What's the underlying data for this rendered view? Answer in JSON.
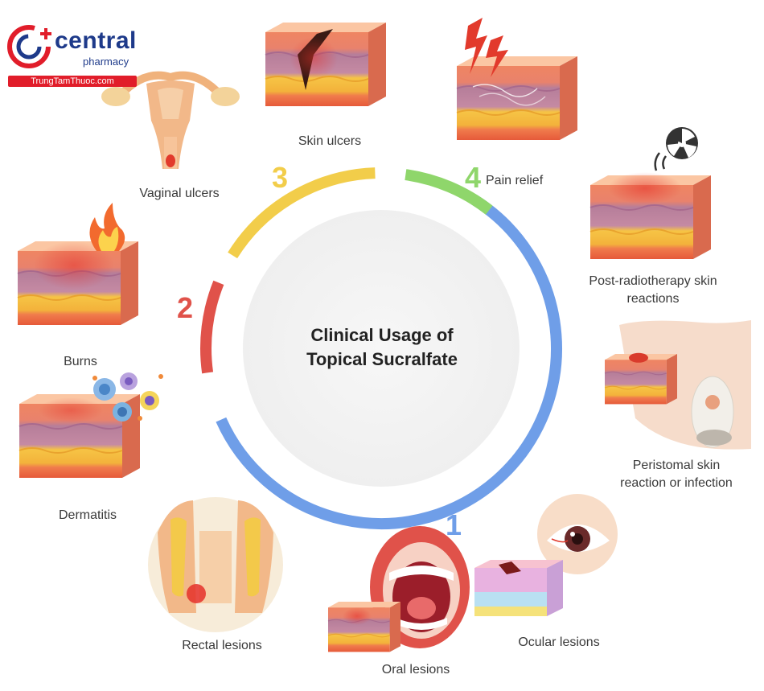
{
  "brand": {
    "name": "central",
    "subtitle": "pharmacy",
    "site": "TrungTamThuoc.com",
    "colors": {
      "primary": "#1e3a8a",
      "accent": "#e11d2a"
    }
  },
  "center": {
    "title_line1": "Clinical Usage of",
    "title_line2": "Topical Sucralfate"
  },
  "groups": [
    {
      "number": "1",
      "color": "#6f9ee8"
    },
    {
      "number": "2",
      "color": "#e0524a"
    },
    {
      "number": "3",
      "color": "#f2cd4a"
    },
    {
      "number": "4",
      "color": "#8fd66b"
    }
  ],
  "items": {
    "skin_ulcers": "Skin ulcers",
    "pain_relief": "Pain relief",
    "vaginal_ulcers": "Vaginal ulcers",
    "burns": "Burns",
    "dermatitis": "Dermatitis",
    "post_radiotherapy": [
      "Post-radiotherapy skin",
      "reactions"
    ],
    "peristomal": [
      "Peristomal skin",
      "reaction or infection"
    ],
    "rectal_lesions": "Rectal lesions",
    "oral_lesions": "Oral lesions",
    "ocular_lesions": "Ocular lesions"
  },
  "icons": [
    "logo-icon",
    "skin-block-icon",
    "lightning-icon",
    "uterus-icon",
    "fire-icon",
    "cells-icon",
    "radiation-icon",
    "abdomen-stoma-icon",
    "rectum-icon",
    "mouth-icon",
    "eye-icon"
  ]
}
